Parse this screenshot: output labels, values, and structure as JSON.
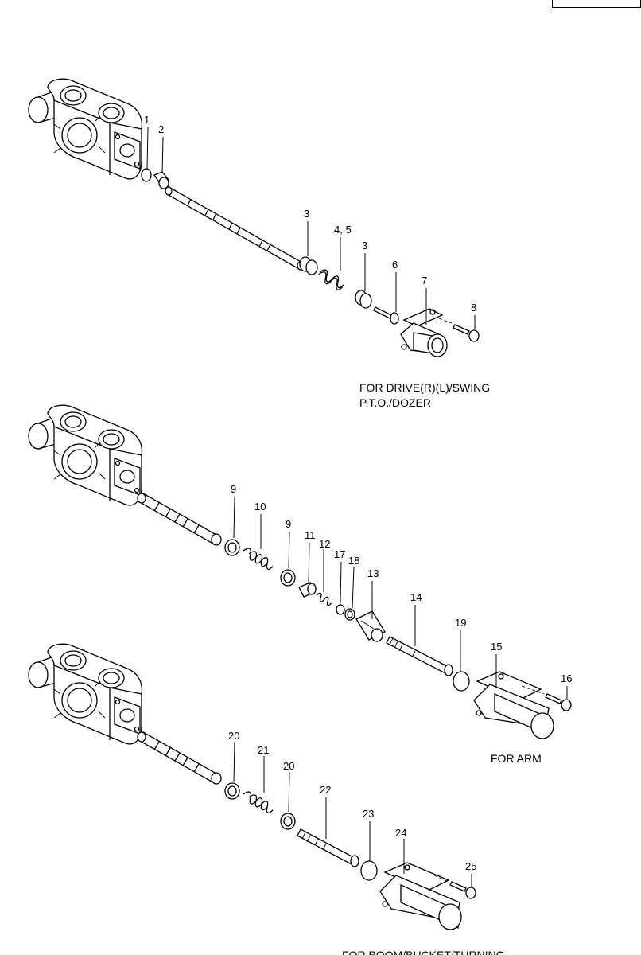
{
  "section_labels": [
    "FOR DRIVE(R)(L)/SWING",
    "P.T.O./DOZER",
    "FOR ARM",
    "FOR BOOM/BUCKET/TURNING"
  ],
  "part_numbers": {
    "p1": "1",
    "p2": "2",
    "p3a": "3",
    "p45": "4, 5",
    "p3b": "3",
    "p6": "6",
    "p7": "7",
    "p8": "8",
    "p9a": "9",
    "p10": "10",
    "p9b": "9",
    "p11": "11",
    "p12": "12",
    "p17": "17",
    "p18": "18",
    "p13": "13",
    "p14": "14",
    "p19": "19",
    "p15": "15",
    "p16": "16",
    "p20a": "20",
    "p21": "21",
    "p20b": "20",
    "p22": "22",
    "p23": "23",
    "p24": "24",
    "p25": "25"
  }
}
